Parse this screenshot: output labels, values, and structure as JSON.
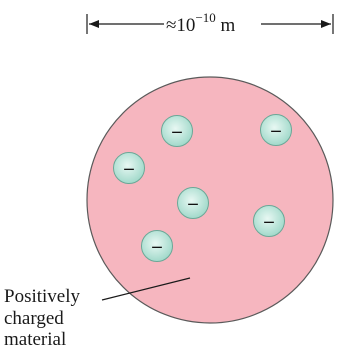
{
  "colors": {
    "atom_fill": "#f6b6bf",
    "atom_stroke": "#5a5a5a",
    "electron_outer": "#9fd8c9",
    "electron_inner": "#e8f8f3",
    "electron_stroke": "#6aa897",
    "line": "#1a1a1a"
  },
  "dimension": {
    "approx": "≈10",
    "exponent": "−10",
    "unit": " m"
  },
  "electron_symbol": "–",
  "label": {
    "line1": "Positively",
    "line2": "charged",
    "line3": "material"
  }
}
